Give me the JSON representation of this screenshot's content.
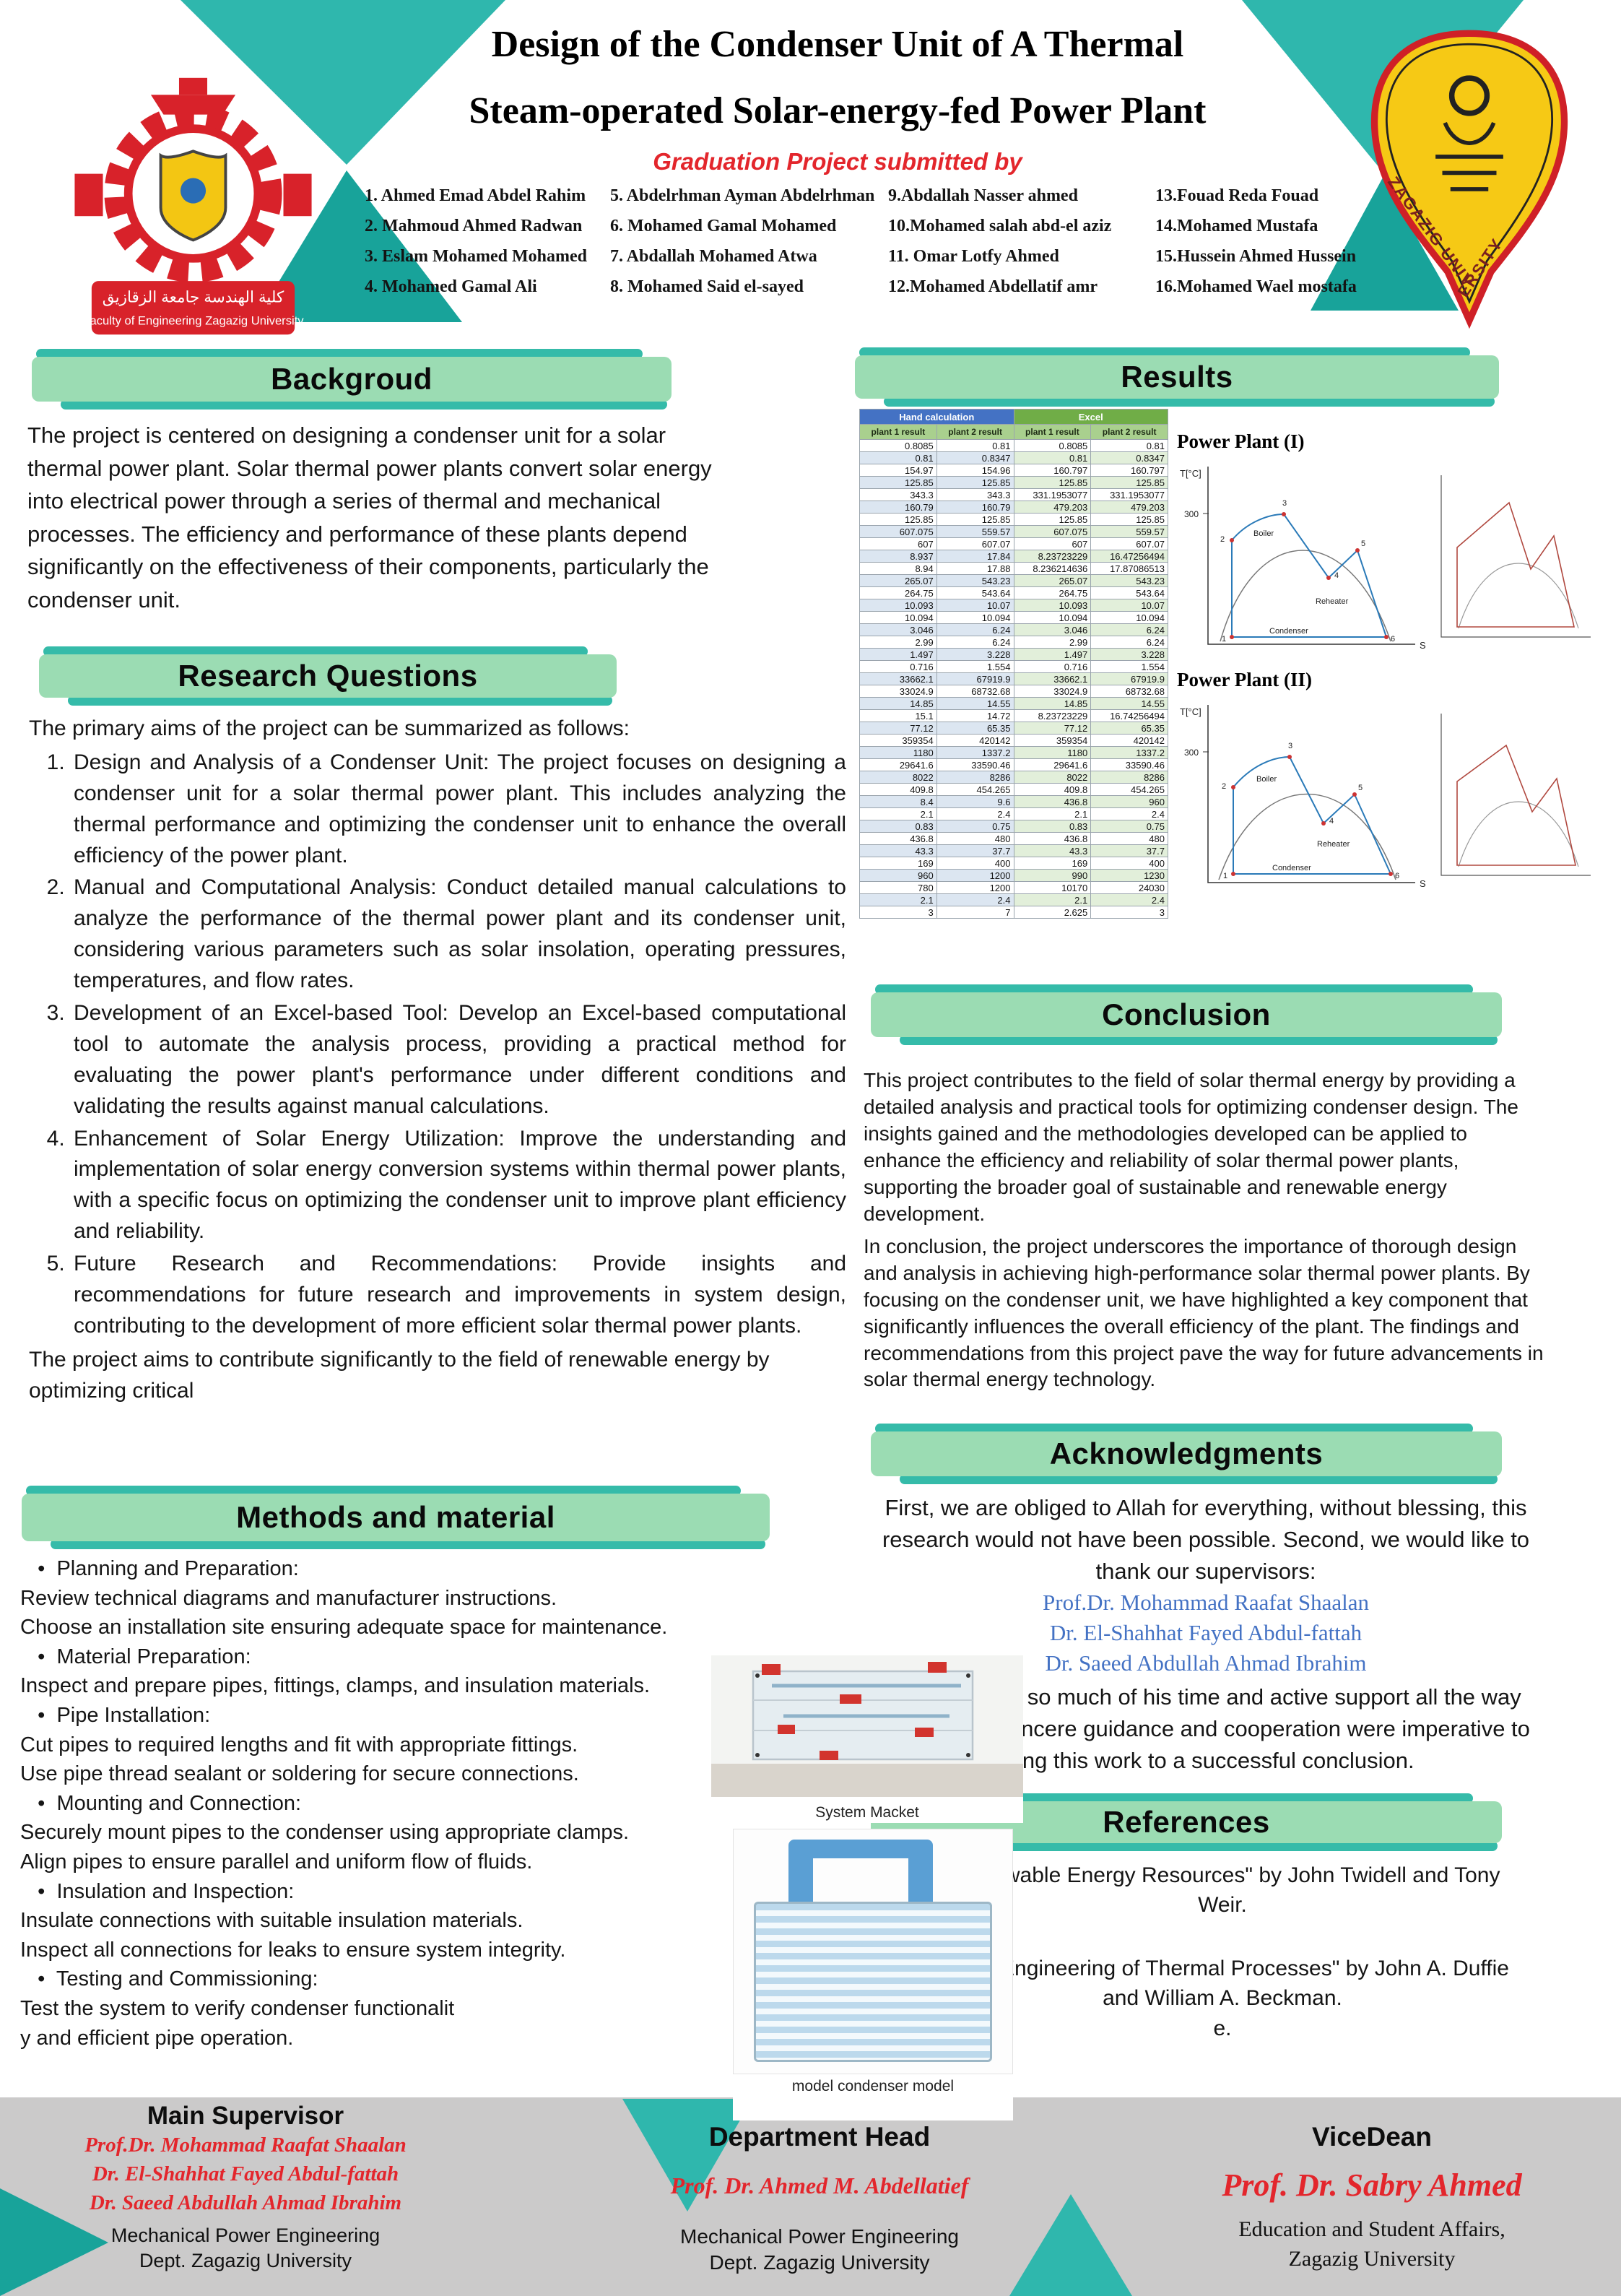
{
  "colors": {
    "teal": "#2fb7ad",
    "teal_dark": "#18a39a",
    "bar_green": "#9bdcb3",
    "bar_strip": "#35bba9",
    "accent_red": "#e3262c",
    "link_blue": "#4472c4",
    "footer_gray": "#cbcaca",
    "table_blue": "#4472c4",
    "table_green": "#70ad47"
  },
  "header": {
    "title_line1": "Design of the Condenser Unit of A Thermal",
    "title_line2": "Steam-operated Solar-energy-fed Power Plant",
    "subtitle": "Graduation Project submitted by",
    "name_columns": [
      [
        "1. Ahmed Emad Abdel Rahim",
        "2. Mahmoud Ahmed Radwan",
        "3. Eslam Mohamed Mohamed",
        "4. Mohamed Gamal Ali"
      ],
      [
        "5. Abdelrhman Ayman Abdelrhman",
        "6. Mohamed Gamal Mohamed",
        "7. Abdallah Mohamed Atwa",
        "8. Mohamed Said el-sayed"
      ],
      [
        "9.Abdallah Nasser ahmed",
        "10.Mohamed salah abd-el aziz",
        "11. Omar Lotfy Ahmed",
        "12.Mohamed Abdellatif amr"
      ],
      [
        "13.Fouad Reda Fouad",
        "14.Mohamed Mustafa",
        "15.Hussein Ahmed Hussein",
        "16.Mohamed Wael mostafa"
      ]
    ],
    "left_logo": {
      "arabic": "كلية الهندسة جامعة الزقازيق",
      "caption": "Faculty of Engineering Zagazig University"
    },
    "right_logo": {
      "text": "ZAGAZIG  UNIVERSITY"
    }
  },
  "background": {
    "title": "Backgroud",
    "body": "The project is centered on designing a condenser unit for a solar thermal power plant. Solar thermal power plants convert solar energy into electrical power through a series of thermal and mechanical processes. The efficiency and performance of these plants depend significantly on the effectiveness of their components, particularly the condenser unit."
  },
  "research": {
    "title": "Research Questions",
    "intro": "The primary aims of the project can be summarized as follows:",
    "items": [
      "Design and Analysis of a Condenser Unit: The project focuses on designing a condenser unit for a solar thermal power plant. This includes analyzing the thermal performance and optimizing the condenser unit to enhance the overall efficiency of the power plant.",
      "Manual and Computational Analysis: Conduct detailed manual calculations to analyze the performance of the thermal power plant and its condenser unit, considering various parameters such as solar insolation, operating pressures, temperatures, and flow rates.",
      "Development of an Excel-based Tool: Develop an Excel-based computational tool to automate the analysis process, providing a practical method for evaluating the power plant's performance under different conditions and validating the results against manual calculations.",
      "Enhancement of Solar Energy Utilization: Improve the understanding and implementation of solar energy conversion systems within thermal power plants, with a specific focus on optimizing the condenser unit to improve plant efficiency and reliability.",
      "Future Research and Recommendations: Provide insights and recommendations for future research and improvements in system design, contributing to the development of more efficient solar thermal power plants."
    ],
    "outro": "The project aims to contribute significantly to the field of renewable energy by optimizing critical"
  },
  "methods": {
    "title": "Methods and material",
    "lines": [
      "   •  Planning and Preparation:",
      "Review technical diagrams and manufacturer instructions.",
      "Choose an installation site ensuring adequate space for maintenance.",
      "   •  Material Preparation:",
      "Inspect and prepare pipes, fittings, clamps, and insulation materials.",
      "   •  Pipe Installation:",
      "Cut pipes to required lengths and fit with appropriate fittings.",
      "Use pipe thread sealant or soldering for secure connections.",
      "   •  Mounting and Connection:",
      "Securely mount pipes to the condenser using appropriate clamps.",
      "Align pipes to ensure parallel and uniform flow of fluids.",
      "   •  Insulation and Inspection:",
      "Insulate connections with suitable insulation materials.",
      "Inspect all connections for leaks to ensure system integrity.",
      "   •  Testing and Commissioning:",
      "Test the system to verify condenser functionalit",
      "y and efficient pipe operation."
    ]
  },
  "results": {
    "title": "Results",
    "table": {
      "group_headers": [
        "Hand calculation",
        "Excel"
      ],
      "col_headers": [
        "plant 1 result",
        "plant 2 result",
        "plant 1 result",
        "plant 2 result"
      ],
      "rows": [
        [
          "0.8085",
          "0.81",
          "0.8085",
          "0.81"
        ],
        [
          "0.81",
          "0.8347",
          "0.81",
          "0.8347"
        ],
        [
          "154.97",
          "154.96",
          "160.797",
          "160.797"
        ],
        [
          "125.85",
          "125.85",
          "125.85",
          "125.85"
        ],
        [
          "343.3",
          "343.3",
          "331.1953077",
          "331.1953077"
        ],
        [
          "160.79",
          "160.79",
          "479.203",
          "479.203"
        ],
        [
          "125.85",
          "125.85",
          "125.85",
          "125.85"
        ],
        [
          "607.075",
          "559.57",
          "607.075",
          "559.57"
        ],
        [
          "607",
          "607.07",
          "607",
          "607.07"
        ],
        [
          "8.937",
          "17.84",
          "8.23723229",
          "16.47256494"
        ],
        [
          "8.94",
          "17.88",
          "8.236214636",
          "17.87086513"
        ],
        [
          "265.07",
          "543.23",
          "265.07",
          "543.23"
        ],
        [
          "264.75",
          "543.64",
          "264.75",
          "543.64"
        ],
        [
          "10.093",
          "10.07",
          "10.093",
          "10.07"
        ],
        [
          "10.094",
          "10.094",
          "10.094",
          "10.094"
        ],
        [
          "3.046",
          "6.24",
          "3.046",
          "6.24"
        ],
        [
          "2.99",
          "6.24",
          "2.99",
          "6.24"
        ],
        [
          "1.497",
          "3.228",
          "1.497",
          "3.228"
        ],
        [
          "0.716",
          "1.554",
          "0.716",
          "1.554"
        ],
        [
          "33662.1",
          "67919.9",
          "33662.1",
          "67919.9"
        ],
        [
          "33024.9",
          "68732.68",
          "33024.9",
          "68732.68"
        ],
        [
          "14.85",
          "14.55",
          "14.85",
          "14.55"
        ],
        [
          "15.1",
          "14.72",
          "8.23723229",
          "16.74256494"
        ],
        [
          "77.12",
          "65.35",
          "77.12",
          "65.35"
        ],
        [
          "359354",
          "420142",
          "359354",
          "420142"
        ],
        [
          "1180",
          "1337.2",
          "1180",
          "1337.2"
        ],
        [
          "29641.6",
          "33590.46",
          "29641.6",
          "33590.46"
        ],
        [
          "8022",
          "8286",
          "8022",
          "8286"
        ],
        [
          "409.8",
          "454.265",
          "409.8",
          "454.265"
        ],
        [
          "8.4",
          "9.6",
          "436.8",
          "960"
        ],
        [
          "2.1",
          "2.4",
          "2.1",
          "2.4"
        ],
        [
          "0.83",
          "0.75",
          "0.83",
          "0.75"
        ],
        [
          "436.8",
          "480",
          "436.8",
          "480"
        ],
        [
          "43.3",
          "37.7",
          "43.3",
          "37.7"
        ],
        [
          "169",
          "400",
          "169",
          "400"
        ],
        [
          "960",
          "1200",
          "990",
          "1230"
        ],
        [
          "780",
          "1200",
          "10170",
          "24030"
        ],
        [
          "2.1",
          "2.4",
          "2.1",
          "2.4"
        ],
        [
          "3",
          "7",
          "2.625",
          "3"
        ]
      ]
    },
    "charts": [
      {
        "title": "Power Plant (I)",
        "labels": {
          "t_axis": "T[°C]",
          "temp": "300",
          "s_axis": "S",
          "boiler": "Boiler",
          "reheater": "Reheater",
          "condenser": "Condenser"
        },
        "points": [
          "1",
          "2",
          "3",
          "4",
          "5",
          "6"
        ]
      },
      {
        "title": "Power Plant (II)",
        "labels": {
          "t_axis": "T[°C]",
          "temp": "300",
          "s_axis": "S",
          "boiler": "Boiler",
          "reheater": "Reheater",
          "condenser": "Condenser"
        },
        "points": [
          "1",
          "2",
          "3",
          "4",
          "5",
          "6"
        ]
      }
    ]
  },
  "conclusion": {
    "title": "Conclusion",
    "p1": "This project contributes to the field of solar thermal energy by providing a detailed analysis and practical tools for optimizing condenser design. The insights gained and the methodologies developed can be applied to enhance the efficiency and reliability of solar thermal power plants, supporting the broader goal of sustainable and renewable energy development.",
    "p2": "In conclusion, the project underscores the importance of thorough design and analysis in achieving high-performance solar thermal power plants. By focusing on the condenser unit, we have highlighted a key component that significantly influences the overall efficiency of the plant. The findings and recommendations from this project pave the way for future advancements in solar thermal energy technology."
  },
  "acknowledgments": {
    "title": "Acknowledgments",
    "intro": "First, we are obliged to Allah for everything, without blessing, this research would not have been possible. Second, we would like to thank our supervisors:",
    "supervisors": [
      "Prof.Dr. Mohammad Raafat Shaalan",
      "Dr. El-Shahhat Fayed Abdul-fattah",
      "Dr. Saeed Abdullah Ahmad Ibrahim"
    ],
    "outro": "Who gave us so much of his time and active support all the way through. his sincere guidance and cooperation were imperative to bring this work to a successful conclusion."
  },
  "references": {
    "title": "References",
    "items": [
      "\"Renewable Energy Resources\" by John Twidell and Tony Weir.",
      "\"Solar Engineering of Thermal Processes\" by John A. Duffie and William A. Beckman.\ne."
    ]
  },
  "figures": {
    "fig1_caption": "System Macket",
    "fig2_caption": "model condenser model"
  },
  "footer": {
    "main_supervisor": {
      "heading": "Main Supervisor",
      "names": [
        "Prof.Dr. Mohammad Raafat Shaalan",
        "Dr. El-Shahhat Fayed Abdul-fattah",
        "Dr. Saeed Abdullah Ahmad Ibrahim"
      ],
      "dept": [
        "Mechanical Power Engineering",
        "Dept. Zagazig University"
      ]
    },
    "department_head": {
      "heading": "Department Head",
      "name": "Prof. Dr. Ahmed M. Abdellatief",
      "dept": [
        "Mechanical Power Engineering",
        "Dept. Zagazig University"
      ]
    },
    "vicedean": {
      "heading": "ViceDean",
      "name": "Prof. Dr. Sabry Ahmed",
      "dept": [
        "Education and Student Affairs,",
        "Zagazig University"
      ]
    }
  }
}
